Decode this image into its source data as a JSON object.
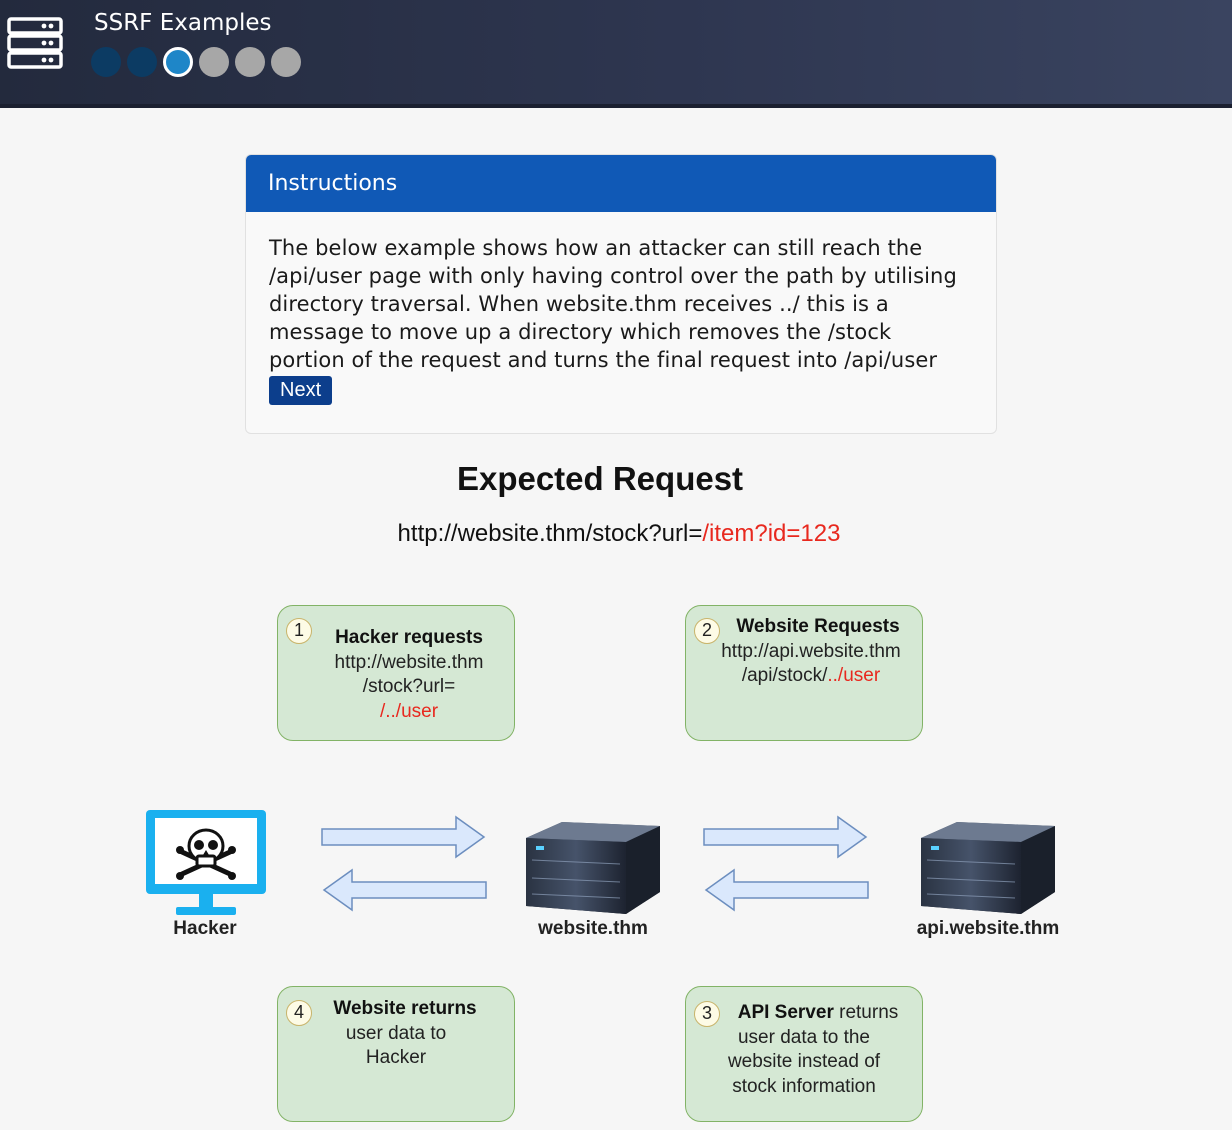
{
  "header": {
    "title": "SSRF Examples",
    "progress": {
      "total": 6,
      "completed": 2,
      "current": 3
    }
  },
  "instructions": {
    "heading": "Instructions",
    "body": "The below example shows how an attacker can still reach the /api/user page with only having control over the path by utilising directory traversal. When website.thm receives ../ this is a message to move up a directory which removes the /stock portion of the request and turns the final request into /api/user",
    "next_label": "Next"
  },
  "diagram": {
    "title": "Expected Request",
    "expected_url_base": "http://website.thm/stock?url=",
    "expected_url_param": "/item?id=123",
    "steps": [
      {
        "number": "1",
        "bold": "Hacker requests",
        "lines": [
          "http://website.thm",
          "/stock?url="
        ],
        "red": "/../user"
      },
      {
        "number": "2",
        "bold": "Website Requests",
        "line1": "http://api.website.thm",
        "line2_plain": "/api/stock/",
        "line2_red": "../user"
      },
      {
        "number": "3",
        "bold": "API Server",
        "rest": "returns",
        "lines": [
          "user data to the",
          "website instead of",
          "stock information"
        ]
      },
      {
        "number": "4",
        "bold": "Website returns",
        "lines": [
          "user data to",
          "Hacker"
        ]
      }
    ],
    "nodes": {
      "hacker": "Hacker",
      "website": "website.thm",
      "api": "api.website.thm"
    }
  },
  "colors": {
    "topbar": "#2e3650",
    "card_header": "#1059b6",
    "next_button": "#0c3e8c",
    "step_box_fill": "#d5e8d4",
    "step_box_border": "#82b366",
    "highlight_red": "#e8281e",
    "monitor_blue": "#1ab0ef",
    "arrow_fill": "#dae8fc"
  }
}
